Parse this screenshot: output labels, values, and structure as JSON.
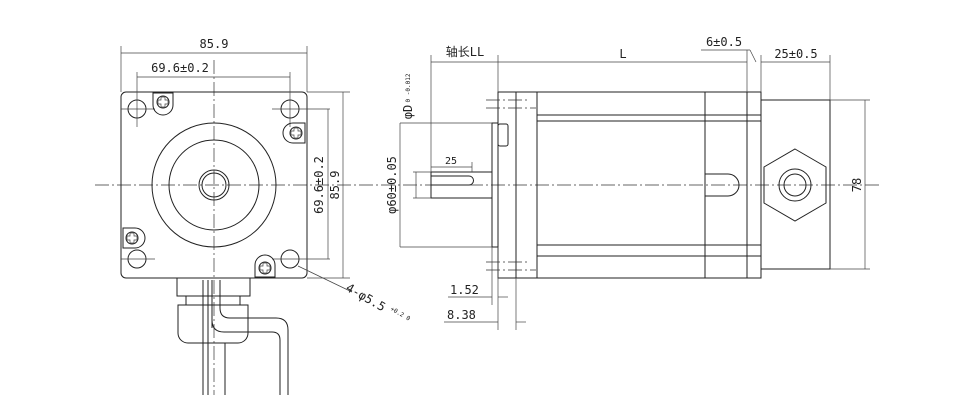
{
  "front_view": {
    "width": "85.9",
    "hole_spacing_h": "69.6±0.2",
    "hole_spacing_v": "69.6±0.2",
    "height": "85.9",
    "holes": "4-φ5.5",
    "holes_tol": "+0.2 0"
  },
  "side_view": {
    "shaft_length": "轴长LL",
    "body_length": "L",
    "gap": "6±0.5",
    "encoder_length": "25±0.5",
    "encoder_height": "78",
    "shaft_dia": "φD",
    "shaft_dia_tol": "0 -0.012",
    "pilot_dia": "φ60±0.05",
    "key_length": "25",
    "pilot_depth": "1.52",
    "flange_thickness": "8.38"
  }
}
